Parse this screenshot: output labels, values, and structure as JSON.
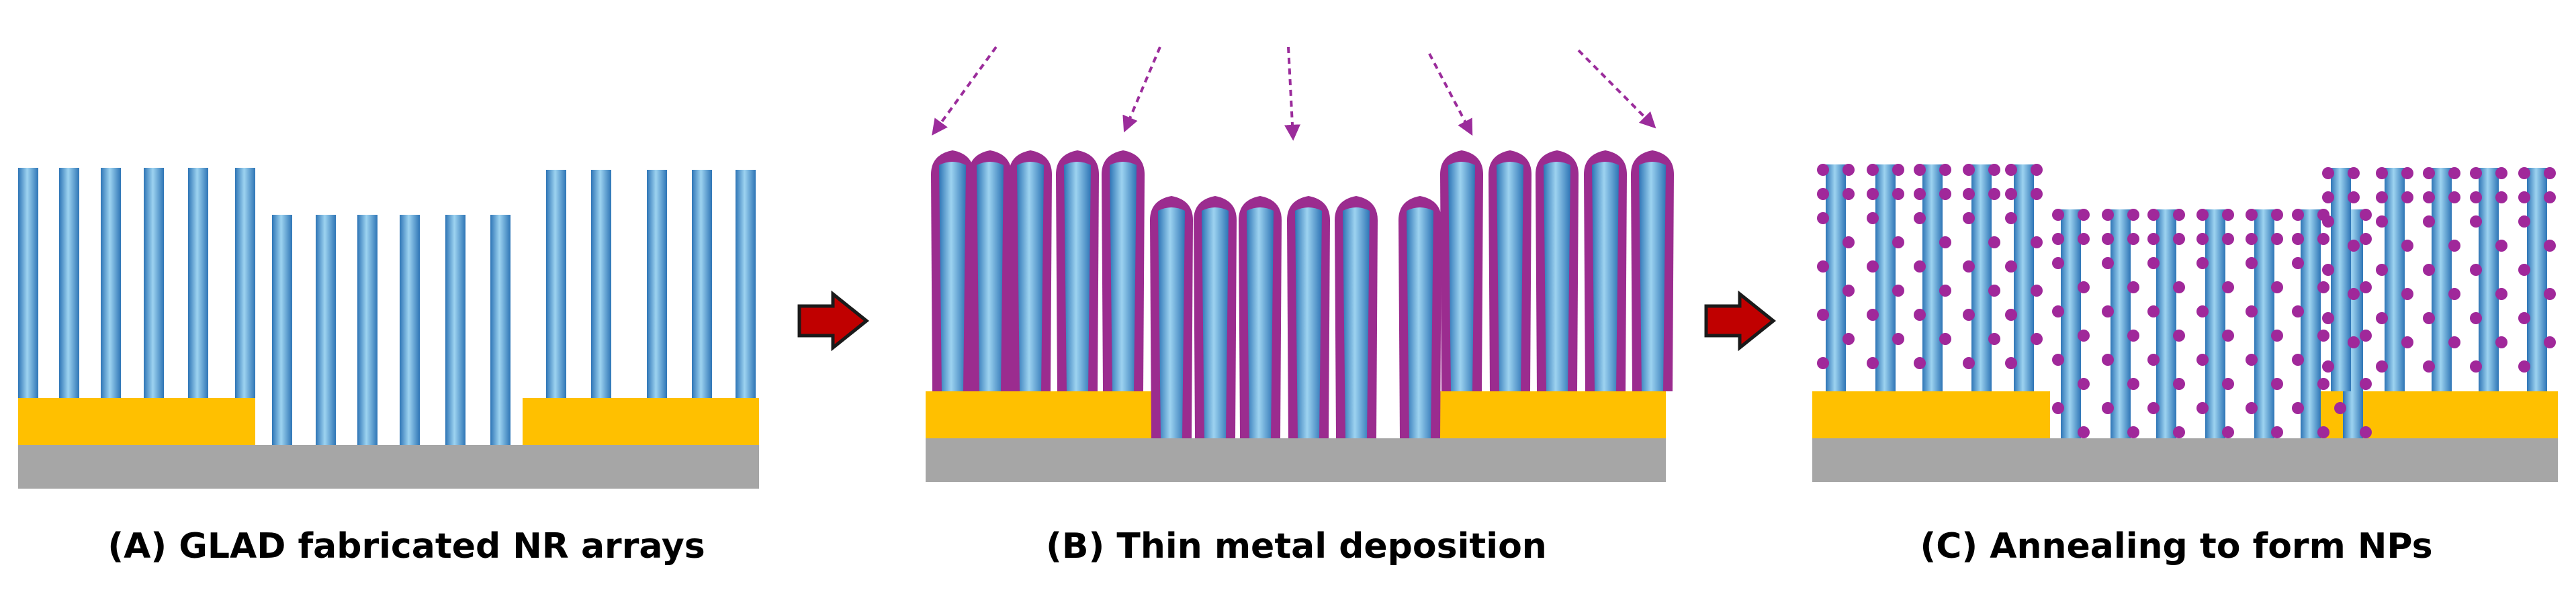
{
  "panels": [
    {
      "id": "A",
      "caption": "(A) GLAD fabricated NR arrays"
    },
    {
      "id": "B",
      "caption": "(B) Thin metal deposition"
    },
    {
      "id": "C",
      "caption": "(C) Annealing to form NPs"
    }
  ],
  "arrows": [
    {
      "name": "process-arrow-a-to-b"
    },
    {
      "name": "process-arrow-b-to-c"
    }
  ],
  "colors": {
    "substrate": "#A6A6A6",
    "metal_pad": "#FFC000",
    "nanorod_dark": "#2E75B6",
    "nanorod_light": "#9DD3F0",
    "metal_coating": "#9B2C8F",
    "nanoparticle": "#A0289A",
    "deposition_arrow": "#9B2C9B",
    "process_arrow_fill": "#C00000",
    "process_arrow_stroke": "#1A1A1A"
  }
}
